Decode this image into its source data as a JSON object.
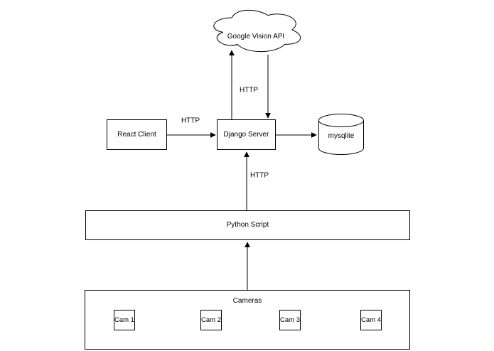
{
  "diagram": {
    "type": "architecture-flowchart",
    "colors": {
      "stroke": "#000000",
      "shape_fill": "#ffffff",
      "text": "#000000",
      "background": "#ffffff"
    },
    "nodes": {
      "google_vision_api": {
        "label": "Google Vision API",
        "shape": "cloud"
      },
      "react_client": {
        "label": "React Client",
        "shape": "rectangle"
      },
      "django_server": {
        "label": "Django Server",
        "shape": "rectangle"
      },
      "mysqlite": {
        "label": "mysqlite",
        "shape": "cylinder"
      },
      "python_script": {
        "label": "Python Script",
        "shape": "rectangle"
      },
      "cameras": {
        "label": "Cameras",
        "shape": "container-rectangle"
      },
      "cam1": {
        "label": "Cam 1",
        "shape": "rectangle"
      },
      "cam2": {
        "label": "Cam 2",
        "shape": "rectangle"
      },
      "cam3": {
        "label": "Cam 3",
        "shape": "rectangle"
      },
      "cam4": {
        "label": "Cam 4",
        "shape": "rectangle"
      }
    },
    "edges": {
      "react_to_django": {
        "from": "React Client",
        "to": "Django Server",
        "label": "HTTP",
        "direction": "right"
      },
      "django_to_vision": {
        "from": "Django Server",
        "to": "Google Vision API",
        "label": "HTTP",
        "direction": "up"
      },
      "vision_to_django": {
        "from": "Google Vision API",
        "to": "Django Server",
        "label": "",
        "direction": "down"
      },
      "django_to_mysqlite": {
        "from": "Django Server",
        "to": "mysqlite",
        "label": "",
        "direction": "right"
      },
      "python_to_django": {
        "from": "Python Script",
        "to": "Django Server",
        "label": "HTTP",
        "direction": "up"
      },
      "cameras_to_python": {
        "from": "Cameras",
        "to": "Python Script",
        "label": "",
        "direction": "up"
      }
    }
  }
}
